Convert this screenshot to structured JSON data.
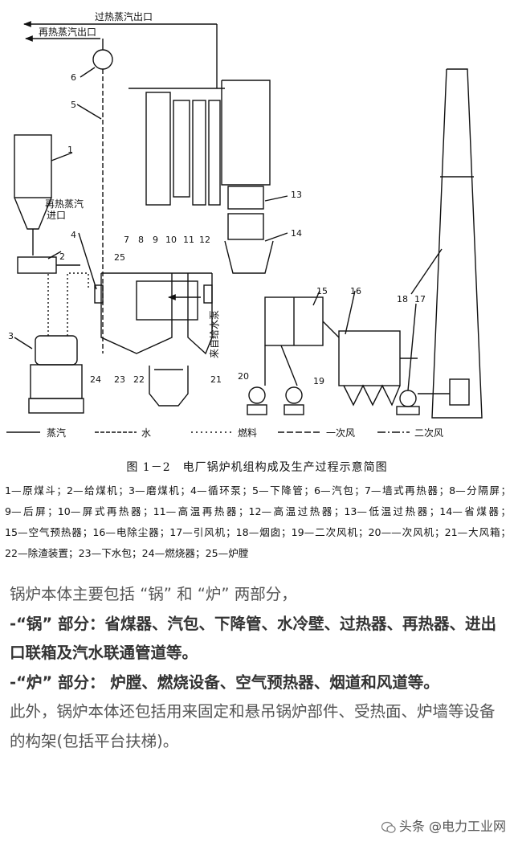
{
  "diagram": {
    "labels": {
      "superheated_outlet": "过热蒸汽出口",
      "reheat_outlet": "再热蒸汽出口",
      "reheat_inlet_l1": "再热蒸汽",
      "reheat_inlet_l2": "进口",
      "feedwater_pump": "来自给水泵"
    },
    "numbers": [
      "1",
      "2",
      "3",
      "4",
      "5",
      "6",
      "7",
      "8",
      "9",
      "10",
      "11",
      "12",
      "13",
      "14",
      "15",
      "16",
      "17",
      "18",
      "19",
      "20",
      "21",
      "22",
      "23",
      "24",
      "25"
    ],
    "legend_line": {
      "steam": "蒸汽",
      "water": "水",
      "fuel": "燃料",
      "primary_air": "一次风",
      "secondary_air": "二次风"
    }
  },
  "caption": "图 1－2　电厂锅炉机组构成及生产过程示意简图",
  "legend_items": [
    "1—原煤斗；",
    "2—给煤机；",
    "3—磨煤机；",
    "4—循环泵；",
    "5—下降管；",
    "6—汽包；",
    "7—墙式再热器；",
    "8—分隔屏；",
    "9—后屏；",
    "10—屏式再热器；",
    "11—高温再热器；",
    "12—高温过热器；",
    "13—低温过热器；",
    "14—省煤器；",
    "15—空气预热器；",
    "16—电除尘器；",
    "17—引风机；",
    "18—烟囱；",
    "19—二次风机；",
    "20——次风机；",
    "21—大风箱；",
    "22—除渣装置；",
    "23—下水包；",
    "24—燃烧器；",
    "25—炉膛"
  ],
  "text": {
    "intro": "锅炉本体主要包括 “锅” 和 “炉” 两部分，",
    "guo": "-“锅” 部分：省煤器、汽包、下降管、水冷壁、过热器、再热器、进出口联箱及汽水联通管道等。",
    "lu": "-“炉” 部分： 炉膛、燃烧设备、空气预热器、烟道和风道等。",
    "extra": "此外，锅炉本体还包括用来固定和悬吊锅炉部件、受热面、炉墙等设备的构架(包括平台扶梯)。"
  },
  "watermark": "头条 @电力工业网"
}
